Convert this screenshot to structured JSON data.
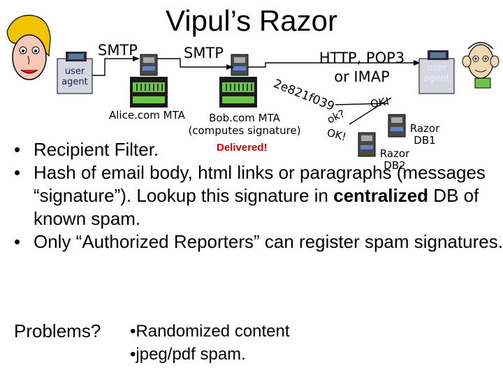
{
  "title": "Vipul’s Razor",
  "diagram": {
    "smtp_left": "SMTP",
    "smtp_mid": "SMTP",
    "http_line1": "HTTP, POP3",
    "http_line2": "or IMAP",
    "user_agent_left": [
      "user",
      "agent"
    ],
    "user_agent_right": [
      "user",
      "agent"
    ],
    "alice_mta": "Alice.com MTA",
    "bob_mta_line1": "Bob.com MTA",
    "bob_mta_line2": "(computes signature)",
    "signature": "2e821f039",
    "ok_query": "ok?",
    "ok_top": "OK!",
    "ok_bottom": "OK!",
    "delivered": "Delivered!",
    "razor_db1": [
      "Razor",
      "DB1"
    ],
    "razor_db2": [
      "Razor",
      "DB2"
    ]
  },
  "bullets": [
    {
      "text": "Recipient Filter."
    },
    {
      "text": "Hash of email body, html links or paragraphs (messages “signature”).  Lookup this signature in ",
      "bold": "centralized",
      "after": " DB of known spam."
    },
    {
      "text": "Only “Authorized Reporters” can register spam signatures."
    }
  ],
  "problems_label": "Problems?",
  "sub_bullets": [
    "Randomized content",
    "jpeg/pdf spam."
  ]
}
